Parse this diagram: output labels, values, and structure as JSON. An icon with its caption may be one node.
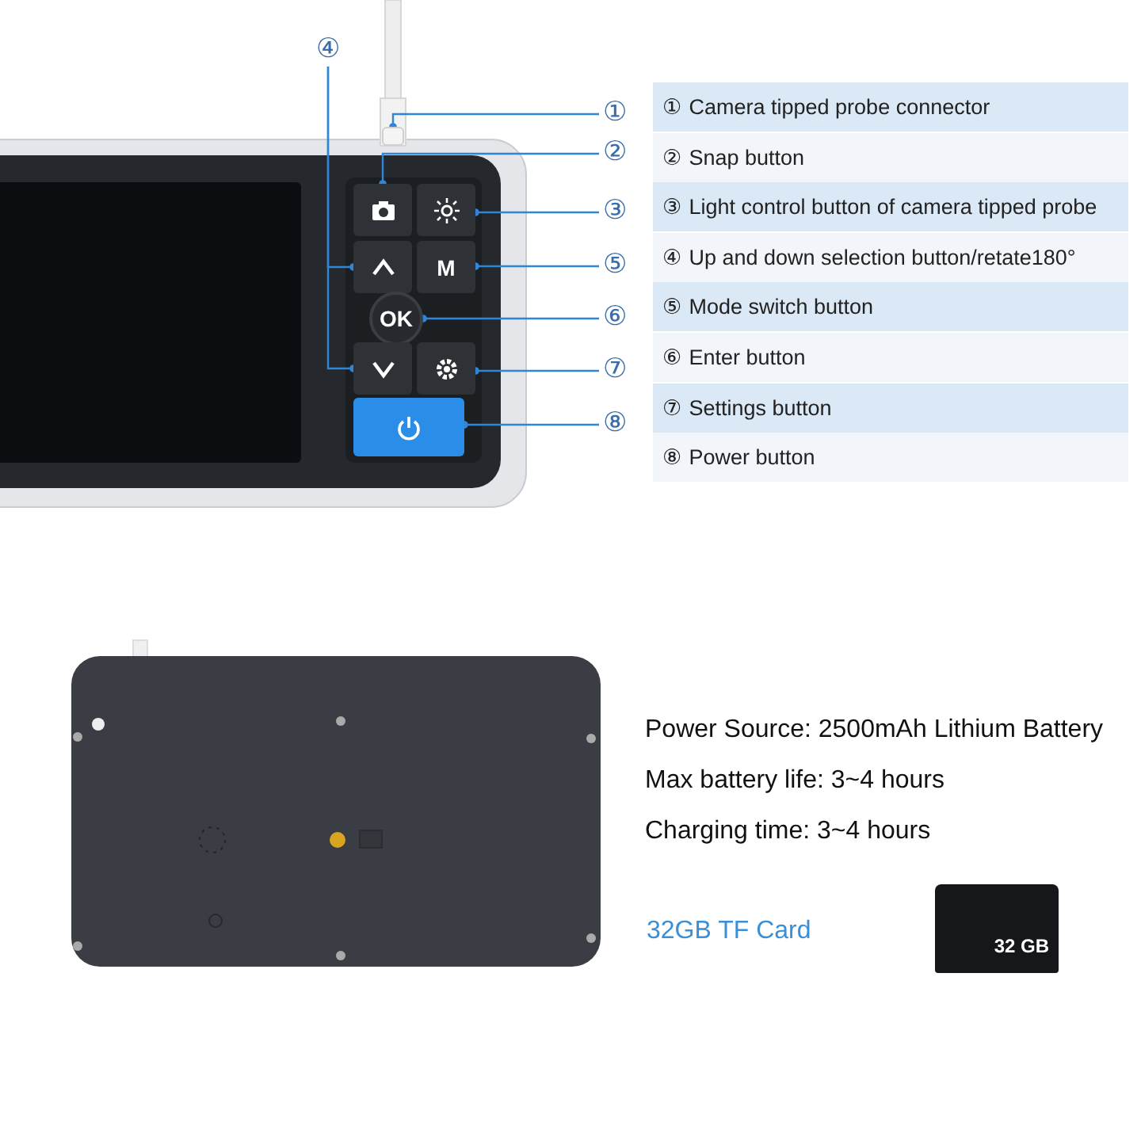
{
  "diagram": {
    "nodes": [
      {
        "text": [
          "④"
        ]
      },
      {
        "text": [
          "①"
        ]
      },
      {
        "text": [
          "②"
        ]
      },
      {
        "text": [
          "③"
        ]
      },
      {
        "text": [
          "⑤"
        ]
      },
      {
        "text": [
          "⑥"
        ]
      },
      {
        "text": [
          "⑦"
        ]
      },
      {
        "text": [
          "⑧"
        ]
      },
      {
        "text": [],
        "shape": "box"
      },
      {
        "text": [],
        "shape": "box"
      },
      {
        "text": [],
        "shape": "box"
      },
      {
        "text": [],
        "shape": "box"
      },
      {
        "text": [
          "M"
        ]
      },
      {
        "text": [
          "OK"
        ]
      },
      {
        "text": [],
        "shape": "box"
      },
      {
        "text": [],
        "shape": "box"
      },
      {
        "text": [],
        "shape": "box"
      }
    ],
    "edges": [
      {
        "from": 1,
        "to": 8,
        "arrow": "other"
      },
      {
        "from": 2,
        "to": 9,
        "arrow": "other"
      },
      {
        "from": 3,
        "to": 10,
        "arrow": "other"
      },
      {
        "from": 0,
        "to": 11,
        "arrow": "other"
      },
      {
        "from": 0,
        "to": 14,
        "arrow": "other"
      },
      {
        "from": 4,
        "to": 12,
        "arrow": "other"
      },
      {
        "from": 5,
        "to": 13,
        "arrow": "other"
      },
      {
        "from": 6,
        "to": 15,
        "arrow": "other"
      },
      {
        "from": 7,
        "to": 16,
        "arrow": "other"
      }
    ],
    "labels": [
      "① Camera tipped probe connector",
      "② Snap button",
      "③ Light control button of camera tipped probe",
      "④ Up and down selection button/retate180°",
      "⑤ Mode switch button",
      "⑥ Enter button",
      "⑦ Settings button",
      "⑧ Power button",
      "Power Source: 2500mAh Lithium Battery",
      "Max battery life: 3~4 hours",
      "Charging time: 3~4 hours",
      "32GB TF Card",
      "32 GB"
    ]
  }
}
